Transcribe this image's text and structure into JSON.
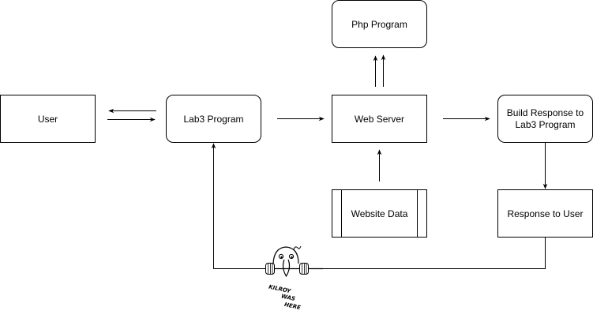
{
  "nodes": {
    "user": "User",
    "lab3": "Lab3 Program",
    "web_server": "Web Server",
    "php": "Php Program",
    "build_response": {
      "line1": "Build Response to",
      "line2": "Lab3 Program"
    },
    "website_data": "Website Data",
    "response_user": "Response to User"
  },
  "doodle": {
    "line1": "KILROY",
    "line2": "WAS",
    "line3": "HERE"
  },
  "colors": {
    "stroke": "#000000",
    "fill": "#ffffff"
  }
}
